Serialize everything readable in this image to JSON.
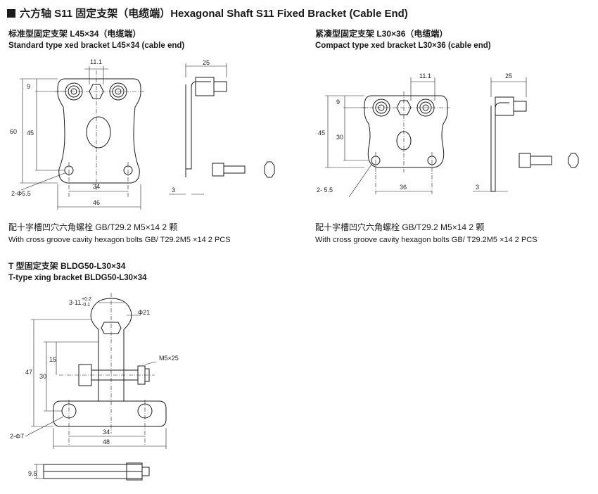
{
  "header": {
    "title": "六方轴 S11 固定支架（电缆端）Hexagonal Shaft S11 Fixed Bracket (Cable End)"
  },
  "standard": {
    "title_cn": "标准型固定支架 L45×34（电缆端）",
    "title_en": "Standard type   xed bracket L45×34 (cable end)",
    "dims": {
      "d11": "11.1",
      "d9": "9",
      "d60": "60",
      "d45": "45",
      "d34": "34",
      "d46": "46",
      "hole": "2-Φ5.5",
      "d25": "25",
      "d3": "3"
    },
    "note_cn": "配十字槽凹穴六角螺栓 GB/T29.2  M5×14  2 颗",
    "note_en": "With cross groove cavity hexagon bolts GB/ T29.2M5  ×14 2 PCS"
  },
  "compact": {
    "title_cn": "紧凑型固定支架 L30×36（电缆端）",
    "title_en": "Compact type   xed bracket L30×36 (cable end)",
    "dims": {
      "d11": "11.1",
      "d9": "9",
      "d45": "45",
      "d30": "30",
      "d36": "36",
      "hole": "2-  5.5",
      "d25": "25",
      "d3": "3"
    },
    "note_cn": "配十字槽凹穴六角螺栓 GB/T29.2  M5×14  2 颗",
    "note_en": "With cross groove cavity hexagon bolts GB/ T29.2M5  ×14 2 PCS"
  },
  "ttype": {
    "title_cn": "T 型固定支架 BLDG50-L30×34",
    "title_en": "T-type   xing bracket BLDG50-L30×34",
    "dims": {
      "slot": "3-11",
      "tol_up": "+0.2",
      "tol_dn": "-0.1",
      "d21": "Φ21",
      "m5": "M5×25",
      "d47": "47",
      "d30": "30",
      "d15": "15",
      "d34": "34",
      "d48": "48",
      "hole": "2-Φ7",
      "d95": "9.5"
    }
  }
}
